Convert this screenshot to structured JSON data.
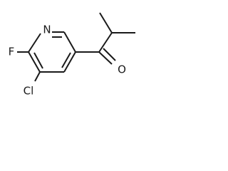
{
  "atoms": {
    "n_label": "N",
    "f_label": "F",
    "cl_label": "Cl",
    "o_label": "O"
  }
}
